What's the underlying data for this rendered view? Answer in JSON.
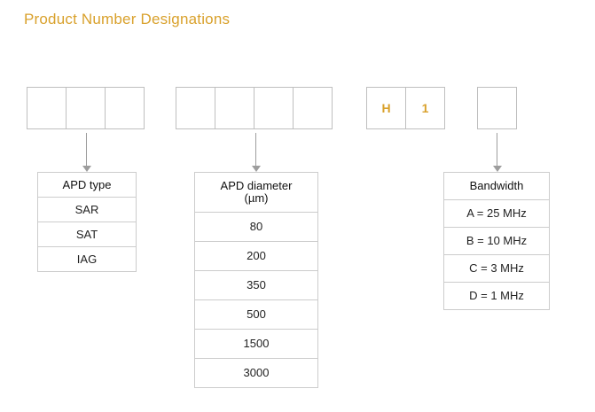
{
  "title": "Product Number Designations",
  "accent_color": "#d9a12c",
  "top_row": {
    "groups": [
      {
        "name": "apd-type-code",
        "cells": [
          "",
          "",
          ""
        ]
      },
      {
        "name": "apd-diameter-code",
        "cells": [
          "",
          "",
          "",
          ""
        ]
      },
      {
        "name": "fixed-code",
        "cells": [
          "H",
          "1"
        ]
      },
      {
        "name": "bandwidth-code",
        "cells": [
          ""
        ]
      }
    ]
  },
  "tables": [
    {
      "name": "apd-type",
      "header": "APD type",
      "rows": [
        "SAR",
        "SAT",
        "IAG"
      ]
    },
    {
      "name": "apd-diameter",
      "header": "APD diameter",
      "header_sub": "(µm)",
      "rows": [
        "80",
        "200",
        "350",
        "500",
        "1500",
        "3000"
      ]
    },
    {
      "name": "bandwidth",
      "header": "Bandwidth",
      "rows": [
        "A = 25 MHz",
        "B = 10 MHz",
        "C = 3 MHz",
        "D = 1 MHz"
      ]
    }
  ]
}
